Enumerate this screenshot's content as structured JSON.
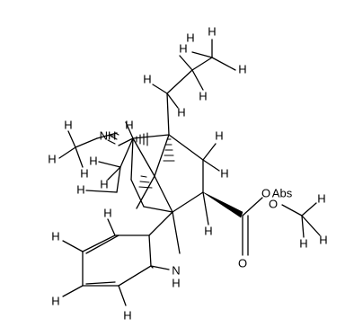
{
  "labels": {
    "h": "H",
    "nh": "NH",
    "n_h": "N",
    "o": "O",
    "abs": "Abs"
  }
}
